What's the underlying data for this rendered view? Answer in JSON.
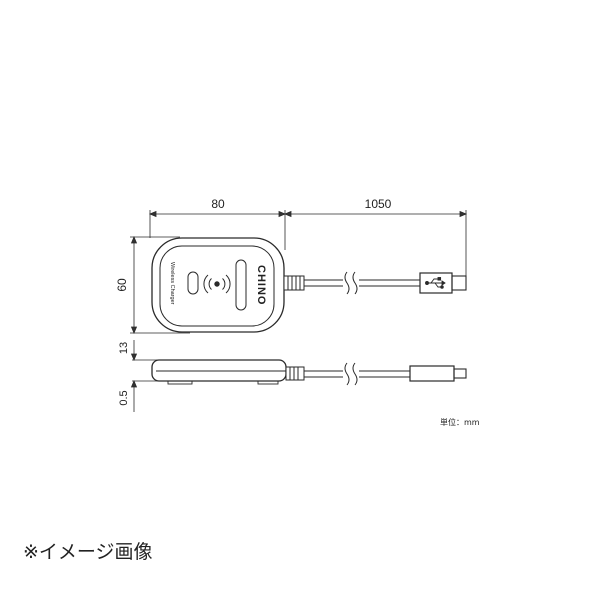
{
  "dimensions": {
    "width_label": "80",
    "cable_label": "1050",
    "height_label": "60",
    "thickness_label": "13",
    "foot_label": "0.5"
  },
  "device_text": {
    "brand": "CHINO",
    "side_label": "Wireless Charger"
  },
  "units_note": "単位：mm",
  "caption": "※イメージ画像",
  "colors": {
    "line": "#2a2a2a",
    "dim_line": "#333333",
    "background": "#ffffff"
  },
  "icons": [
    "wireless-charging-icon",
    "usb-icon",
    "cable-break-icon"
  ]
}
